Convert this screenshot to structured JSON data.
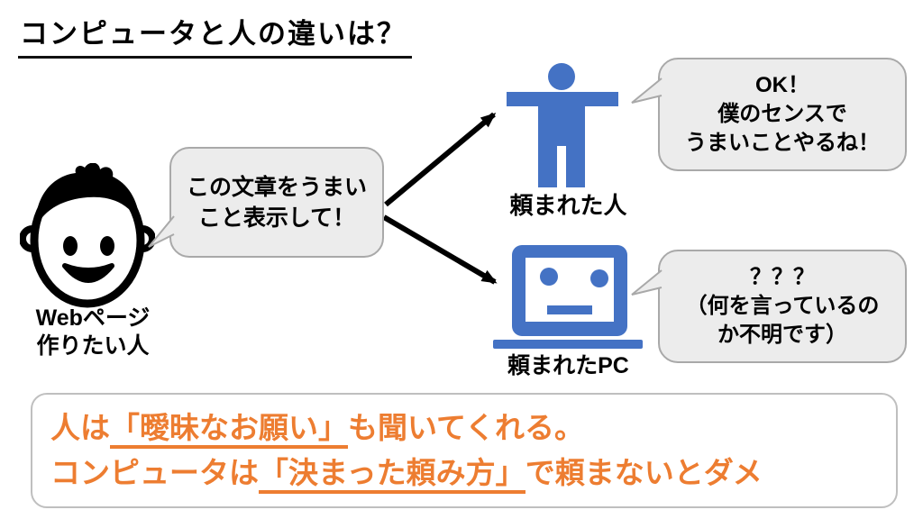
{
  "title": "コンピュータと人の違いは？",
  "requester": {
    "label_line1": "Webページ",
    "label_line2": "作りたい人",
    "bubble_line1": "この文章をうまい",
    "bubble_line2": "こと表示して！"
  },
  "human": {
    "label": "頼まれた人",
    "bubble_line1": "OK！",
    "bubble_line2": "僕のセンスで",
    "bubble_line3": "うまいことやるね！"
  },
  "pc": {
    "label": "頼まれたPC",
    "bubble_line1": "？？？",
    "bubble_line2": "（何を言っているの",
    "bubble_line3": "か不明です）"
  },
  "summary": {
    "line1_pre": "人は",
    "line1_underline": "「曖昧なお願い」",
    "line1_post": "も聞いてくれる。",
    "line2_pre": "コンピュータは",
    "line2_underline": "「決まった頼み方」",
    "line2_post": "で頼まないとダメ"
  },
  "colors": {
    "icon_blue": "#4472C4",
    "text_orange": "#ED7D31",
    "bubble_fill": "#ECECEC",
    "bubble_border": "#A9A9A9",
    "summary_border": "#BFBFBF",
    "arrow_black": "#000000"
  }
}
